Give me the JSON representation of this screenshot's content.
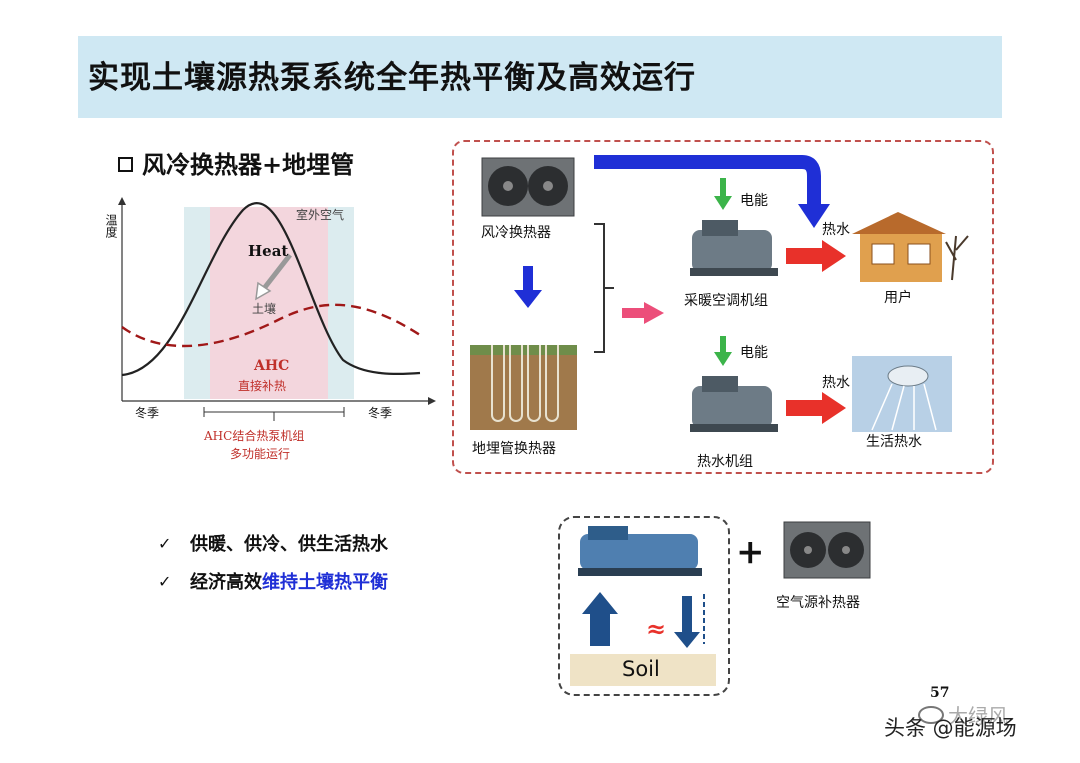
{
  "slide": {
    "title": "实现土壤源热泵系统全年热平衡及高效运行",
    "page_number": "57"
  },
  "section": {
    "heading": "风冷换热器+地埋管"
  },
  "chart": {
    "y_label": "温度",
    "outdoor_label": "室外空气",
    "heat_label": "Heat",
    "soil_label": "土壤",
    "ahc_label": "AHC",
    "ahc_direct": "直接补热",
    "winter_left": "冬季",
    "winter_right": "冬季",
    "ahc_combined_1": "AHC结合热泵机组",
    "ahc_combined_2": "多功能运行"
  },
  "diagram": {
    "air_cooled_hx": "风冷换热器",
    "ground_hx": "地埋管换热器",
    "electric_1": "电能",
    "electric_2": "电能",
    "hvac_unit": "采暖空调机组",
    "hot_water_unit": "热水机组",
    "hot_water_1": "热水",
    "hot_water_2": "热水",
    "user": "用户",
    "domestic_hot_water": "生活热水"
  },
  "benefits": {
    "item1": "供暖、供冷、供生活热水",
    "item2_prefix": "经济高效",
    "item2_highlight": "维持土壤热平衡"
  },
  "soil_box": {
    "soil_label": "Soil",
    "approx": "≈",
    "plus": "+",
    "air_source_label": "空气源补热器"
  },
  "watermark": {
    "logo_text": "大绿风",
    "source_text": "头条 @能源场"
  },
  "colors": {
    "title_bg": "#cfe8f3",
    "panel_border": "#c0504d",
    "blue_arrow": "#1f2fd6",
    "red_arrow": "#e8312a",
    "pink_arrow": "#ec4e7a",
    "green_arrow": "#3cb44a",
    "highlight_text": "#1f2fd6",
    "ahc_red": "#c0302a"
  }
}
